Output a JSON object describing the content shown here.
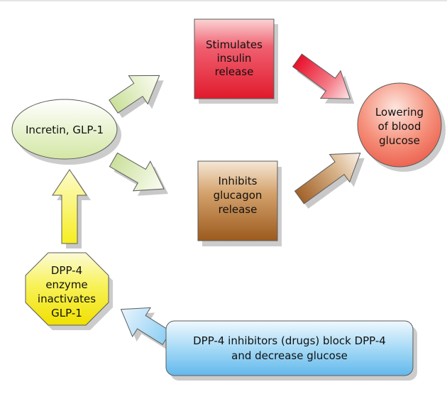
{
  "nodes": {
    "incretin": {
      "lines": [
        "Incretin, GLP-1"
      ]
    },
    "insulin": {
      "lines": [
        "Stimulates",
        "insulin",
        "release"
      ]
    },
    "glucagon": {
      "lines": [
        "Inhibits",
        "glucagon",
        "release"
      ]
    },
    "lowering": {
      "lines": [
        "Lowering",
        "of blood",
        "glucose"
      ]
    },
    "dpp4": {
      "lines": [
        "DPP-4",
        "enzyme",
        "inactivates",
        "GLP-1"
      ]
    },
    "inhibitors": {
      "lines": [
        "DPP-4 inhibitors (drugs) block DPP-4",
        "and decrease glucose"
      ]
    }
  },
  "colors": {
    "incretin": "#e4f0c0",
    "insulin": "#e83545",
    "glucagon": "#a86428",
    "lowering": "#f07862",
    "dpp4": "#f8f020",
    "inhibitors": "#88ccf2"
  }
}
